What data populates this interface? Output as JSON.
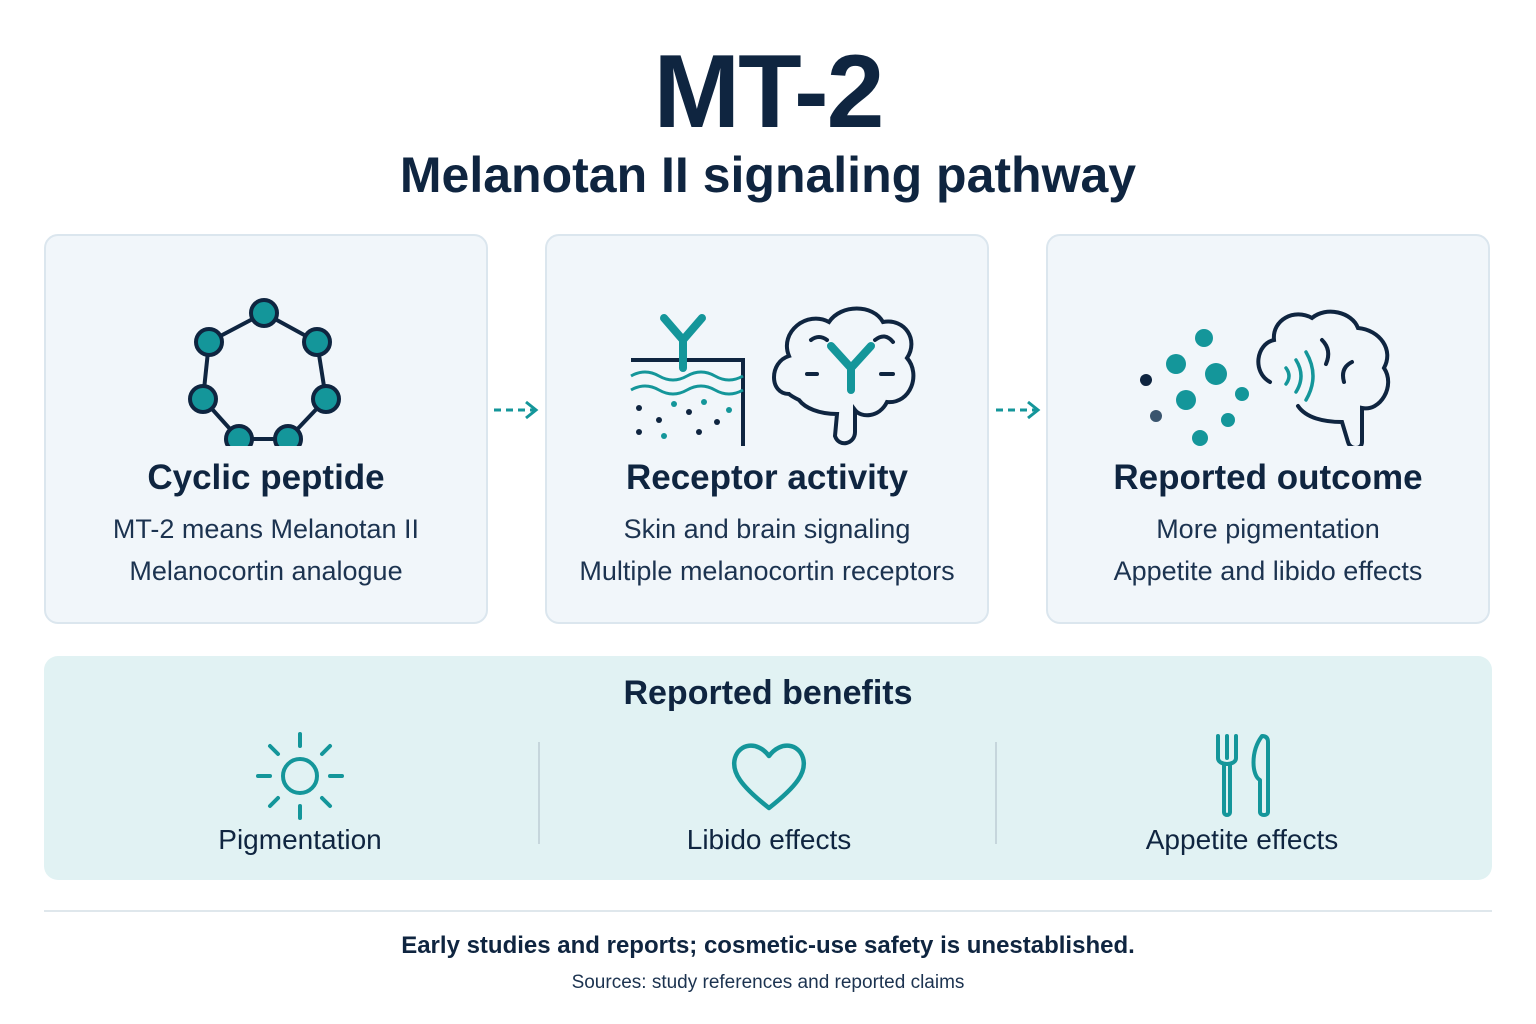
{
  "header": {
    "title": "MT-2",
    "subtitle": "Melanotan II signaling pathway"
  },
  "steps": [
    {
      "title": "Cyclic peptide",
      "line1": "MT-2 means Melanotan II",
      "line2": "Melanocortin analogue",
      "icon": "cyclic-peptide-icon"
    },
    {
      "title": "Receptor activity",
      "line1": "Skin and brain signaling",
      "line2": "Multiple melanocortin receptors",
      "icon": "skin-brain-receptor-icon"
    },
    {
      "title": "Reported outcome",
      "line1": "More pigmentation",
      "line2": "Appetite and libido effects",
      "icon": "particles-brain-icon"
    }
  ],
  "benefits": {
    "title": "Reported benefits",
    "items": [
      {
        "label": "Pigmentation",
        "icon": "sun-icon"
      },
      {
        "label": "Libido effects",
        "icon": "heart-icon"
      },
      {
        "label": "Appetite effects",
        "icon": "fork-knife-icon"
      }
    ]
  },
  "footer": {
    "disclaimer": "Early studies and reports; cosmetic-use safety is unestablished.",
    "sources": "Sources: study references and reported claims"
  },
  "colors": {
    "navy": "#0f2540",
    "teal": "#14969a",
    "card_bg": "#f1f6fa",
    "benefits_bg": "#e1f2f3"
  }
}
